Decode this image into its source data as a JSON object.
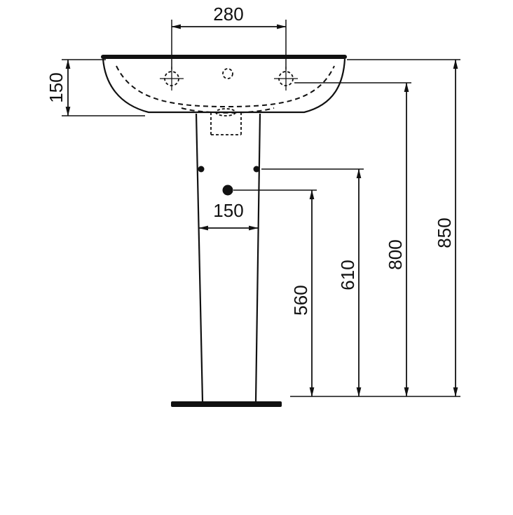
{
  "drawing": {
    "subject": "pedestal-washbasin-front-elevation-technical-drawing",
    "colors": {
      "line": "#111111",
      "background": "#ffffff"
    },
    "dims": {
      "tap_spacing": "280",
      "basin_height": "150",
      "pedestal_width": "150",
      "h_560": "560",
      "h_610": "610",
      "h_800": "800",
      "h_850": "850"
    }
  }
}
